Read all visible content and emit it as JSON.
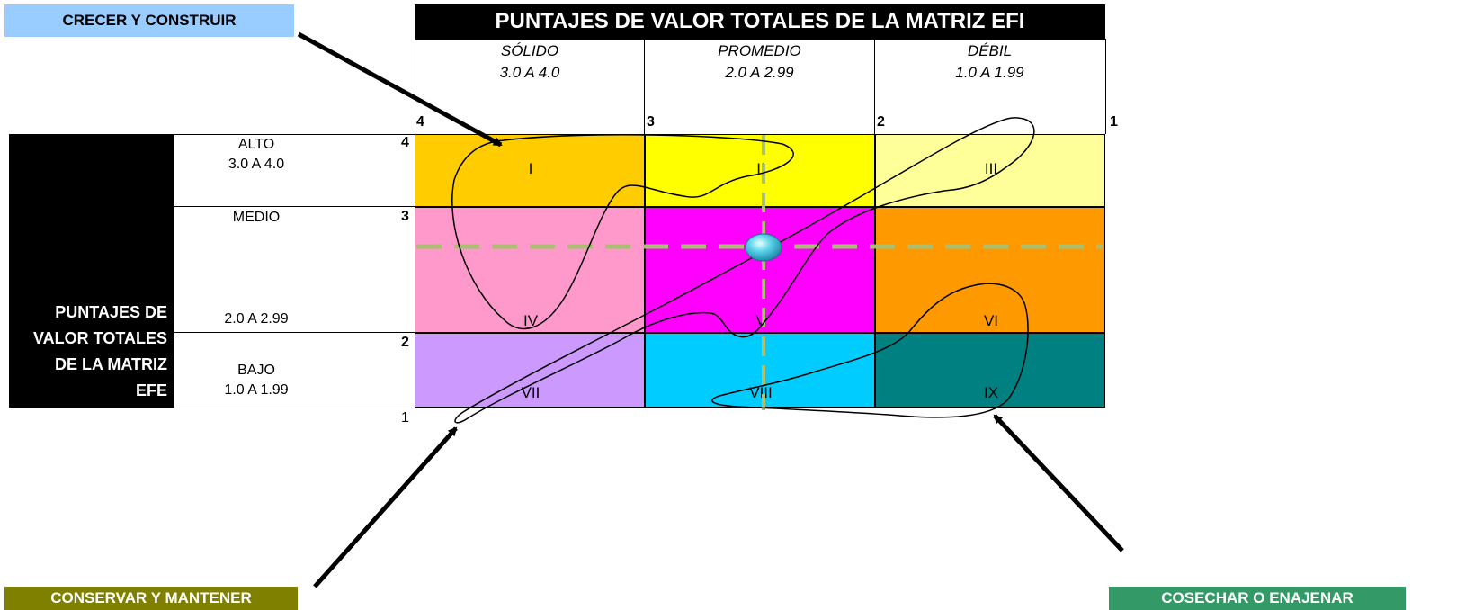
{
  "labels": {
    "grow": "CRECER Y CONSTRUIR",
    "hold": "CONSERVAR Y MANTENER",
    "harvest": "COSECHAR O ENAJENAR"
  },
  "colors": {
    "grow_bg": "#99ccff",
    "hold_bg": "#808000",
    "harvest_bg": "#339966"
  },
  "efi": {
    "title": "PUNTAJES DE VALOR TOTALES DE LA MATRIZ EFI",
    "columns": [
      {
        "name": "SÓLIDO",
        "range": "3.0 A 4.0"
      },
      {
        "name": "PROMEDIO",
        "range": "2.0 A 2.99"
      },
      {
        "name": "DÉBIL",
        "range": "1.0 A 1.99"
      }
    ],
    "ticks": [
      "4",
      "3",
      "2",
      "1"
    ]
  },
  "efe": {
    "title_lines": [
      "PUNTAJES DE",
      "VALOR TOTALES",
      "DE LA MATRIZ",
      "EFE"
    ],
    "rows": [
      {
        "name": "ALTO",
        "range": "3.0 A 4.0"
      },
      {
        "name": "MEDIO",
        "range": "2.0 A 2.99"
      },
      {
        "name": "BAJO",
        "range": "1.0 A 1.99"
      }
    ],
    "ticks": [
      "4",
      "3",
      "2",
      "1"
    ]
  },
  "cells": [
    {
      "id": "I",
      "color": "#ffcc00"
    },
    {
      "id": "II",
      "color": "#ffff00"
    },
    {
      "id": "III",
      "color": "#ffff99"
    },
    {
      "id": "IV",
      "color": "#ff99cc"
    },
    {
      "id": "V",
      "color": "#ff00ff"
    },
    {
      "id": "VI",
      "color": "#ff9900"
    },
    {
      "id": "VII",
      "color": "#cc99ff"
    },
    {
      "id": "VIII",
      "color": "#00ccff"
    },
    {
      "id": "IX",
      "color": "#008080"
    }
  ]
}
